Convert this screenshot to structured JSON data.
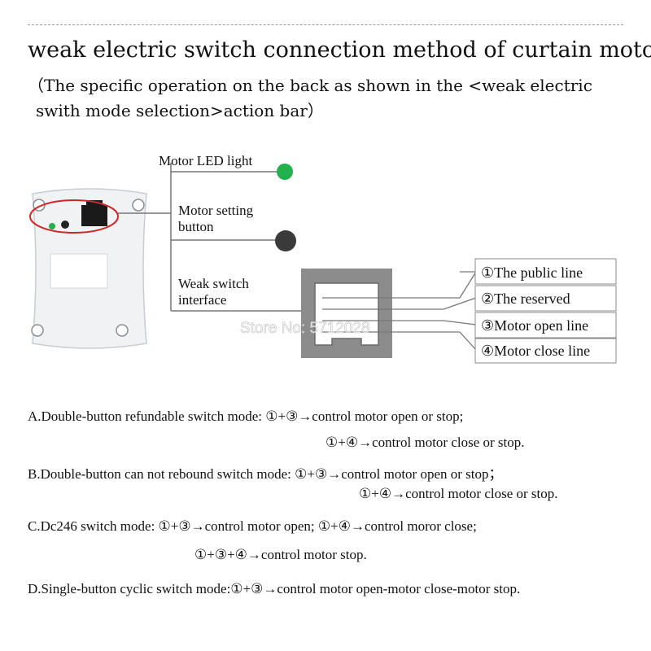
{
  "title": "weak electric switch connection method of curtain motor",
  "subtitle": {
    "line1": "（The specific operation on the back as shown in the <weak electric",
    "line2": "swith mode selection>action bar）"
  },
  "diagram": {
    "led_label": "Motor LED light",
    "setting_label_line1": "Motor setting",
    "setting_label_line2": "button",
    "interface_label_line1": "Weak switch",
    "interface_label_line2": "interface",
    "led_color": "#22b14c",
    "button_color": "#3a3a3a",
    "highlight_color": "#cc2a2a",
    "terminals": [
      "①The public line",
      "②The reserved",
      "③Motor open line",
      "④Motor close line"
    ],
    "watermark": "Store No: 5712028"
  },
  "modes": {
    "a1": "A.Double-button refundable switch mode: ①+③→control motor open or stop;",
    "a2": "①+④→control motor close or stop.",
    "b1": "B.Double-button can not rebound switch mode: ①+③→control motor open or stop；",
    "b2": "①+④→control motor close or stop.",
    "c1": "C.Dc246 switch mode:  ①+③→control motor open;    ①+④→control moror close;",
    "c2": "①+③+④→control motor stop.",
    "d1": "D.Single-button cyclic switch mode:①+③→control motor open-motor close-motor stop."
  }
}
